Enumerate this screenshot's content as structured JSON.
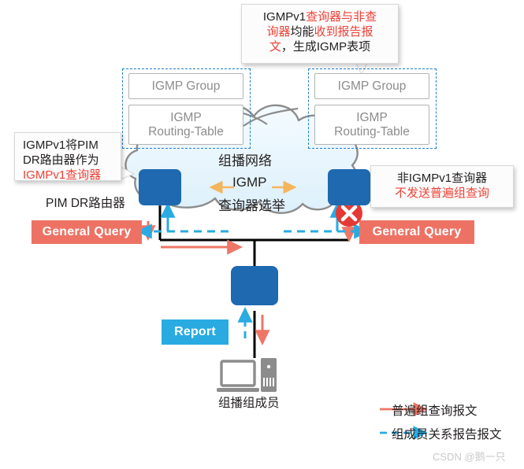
{
  "diagram": {
    "title": "IGMPv1 Querier Election Topology",
    "colors": {
      "router_blue": "#1e69b0",
      "report_blue": "#29abe2",
      "query_red": "#ed7264",
      "accent_red": "#ef4136",
      "dashed_region": "#1f7fd0",
      "cloud_gray": "#8c8c8c",
      "orange_arrow": "#f5b55c"
    },
    "callouts": {
      "top": {
        "line1_a": "IGMPv1",
        "line1_b": "查询器与非查",
        "line2_a": "询器",
        "line2_b": "均能",
        "line2_c": "收到报告报",
        "line3_a": "文",
        "line3_b": "，生成IGMP表项"
      },
      "left": {
        "line1": "IGMPv1将PIM",
        "line2": "DR路由器作为",
        "line3": "IGMPv1查询器"
      },
      "right": {
        "line1": "非IGMPv1查询器",
        "line2": "不发送普遍组查询"
      }
    },
    "regions": {
      "left": {
        "group_label": "IGMP Group",
        "table_line1": "IGMP",
        "table_line2": "Routing-Table"
      },
      "right": {
        "group_label": "IGMP Group",
        "table_line1": "IGMP",
        "table_line2": "Routing-Table"
      }
    },
    "cloud": {
      "network_label": "组播网络",
      "election_line1": "IGMP",
      "election_line2": "查询器选举"
    },
    "devices": {
      "left_router_label": "PIM DR路由器",
      "left_router_icon": "router-icon",
      "right_router_icon": "router-icon",
      "switch_icon": "switch-icon",
      "host_icon": "desktop-pc-icon",
      "host_label": "组播组成员",
      "blocked_icon": "red-x-blocked-icon"
    },
    "pills": {
      "general_query_left": "General Query",
      "general_query_right": "General Query",
      "report": "Report"
    },
    "legend": {
      "items": [
        {
          "style": "solid-arrow-red",
          "label": "普遍组查询报文"
        },
        {
          "style": "dashed-arrow-blue",
          "label": "组成员关系报告报文"
        }
      ]
    },
    "watermark": "CSDN @鹅一只"
  }
}
